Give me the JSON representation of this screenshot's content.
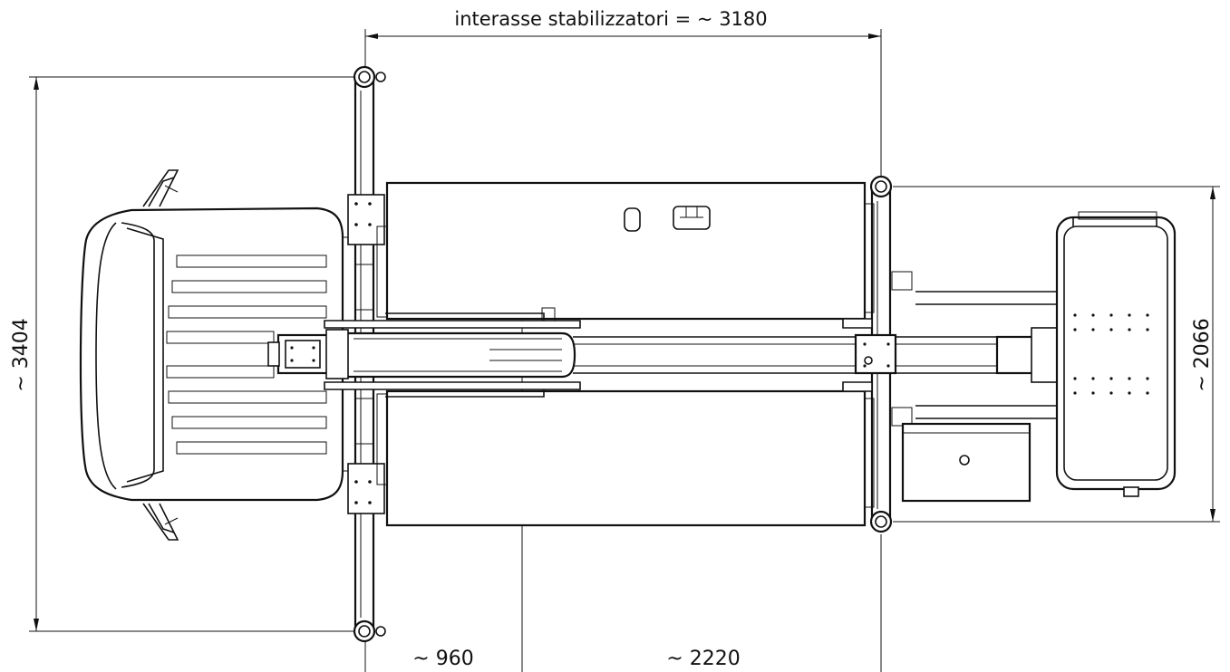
{
  "dimensions": {
    "stabilizer_wheelbase": "interasse stabilizzatori = ~ 3180",
    "overall_width": "~ 3404",
    "rear_width": "~ 2066",
    "front_offset": "~ 960",
    "rear_offset": "~ 2220"
  },
  "colors": {
    "line": "#111111",
    "background": "#ffffff"
  }
}
